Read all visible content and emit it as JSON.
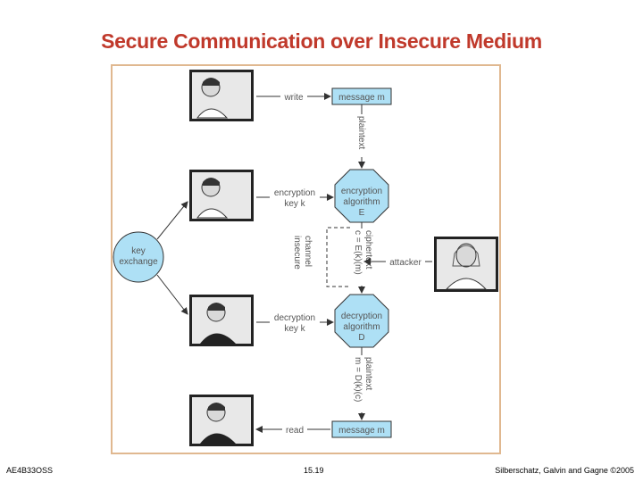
{
  "slide": {
    "title": "Secure Communication over Insecure Medium",
    "footer_left": "AE4B33OSS",
    "footer_center": "15.19",
    "footer_right": "Silberschatz, Galvin and Gagne ©2005"
  },
  "diagram": {
    "write_label": "write",
    "message_top": "message m",
    "plaintext_label": "plaintext",
    "enc_key_line1": "encryption",
    "enc_key_line2": "key k",
    "enc_alg_line1": "encryption",
    "enc_alg_line2": "algorithm",
    "enc_alg_line3": "E",
    "key_exchange_line1": "key",
    "key_exchange_line2": "exchange",
    "ciphertext_line1": "ciphertext",
    "ciphertext_line2": "c = E(k)(m)",
    "insecure_line1": "insecure",
    "insecure_line2": "channel",
    "attacker_label": "attacker",
    "dec_key_line1": "decryption",
    "dec_key_line2": "key k",
    "dec_alg_line1": "decryption",
    "dec_alg_line2": "algorithm",
    "dec_alg_line3": "D",
    "plaintext2_line1": "plaintext",
    "plaintext2_line2": "m = D(k)(c)",
    "read_label": "read",
    "message_bottom": "message m",
    "colors": {
      "box_fill": "#aee0f5",
      "title": "#c0392b",
      "frame": "#e0b890"
    }
  }
}
